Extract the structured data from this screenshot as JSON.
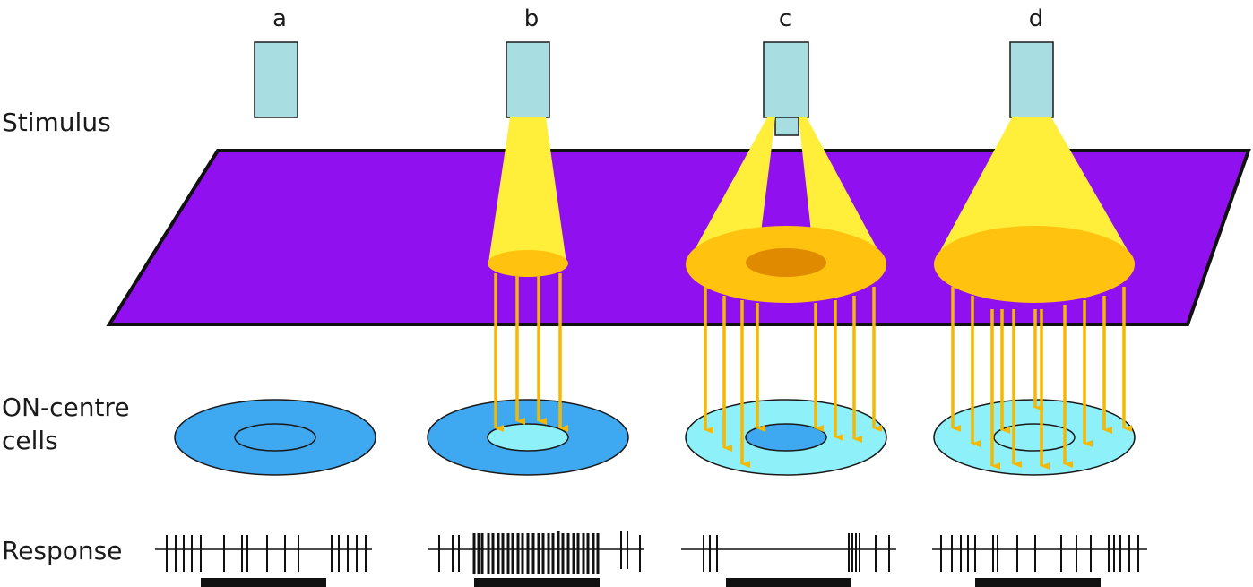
{
  "columns": [
    "a",
    "b",
    "c",
    "d"
  ],
  "rows": {
    "stimulus": "Stimulus",
    "cells_line1": "ON-centre",
    "cells_line2": "cells",
    "response": "Response"
  },
  "colors": {
    "retina": "#9010f0",
    "light_beam": "#ffee3a",
    "light_spot": "#ffc20e",
    "spot_centre_dark": "#e08a00",
    "arrow": "#f5b800",
    "stimulus_box": "#a8dde2",
    "cell_dark": "#3ea8f0",
    "cell_light": "#8ef0f8"
  },
  "response_spike_density": [
    {
      "column": "a",
      "spikes_before": 4,
      "spikes_during": 6,
      "spikes_after": 5,
      "description_level": "baseline"
    },
    {
      "column": "b",
      "spikes_before": 3,
      "spikes_during": 40,
      "spikes_after": 3,
      "description_level": "strong"
    },
    {
      "column": "c",
      "spikes_before": 3,
      "spikes_during": 0,
      "spikes_after": 6,
      "description_level": "suppressed"
    },
    {
      "column": "d",
      "spikes_before": 4,
      "spikes_during": 6,
      "spikes_after": 5,
      "description_level": "baseline"
    }
  ]
}
